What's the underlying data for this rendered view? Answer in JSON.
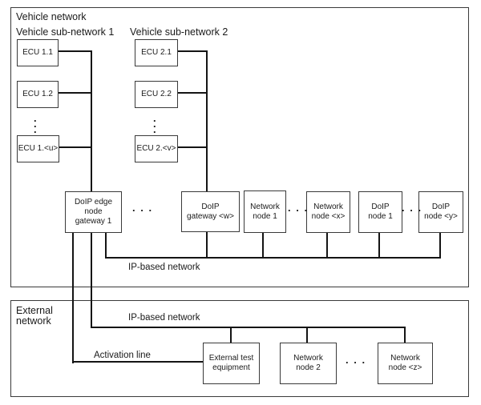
{
  "titles": {
    "vehicle_network": "Vehicle network",
    "vehicle_subnet1": "Vehicle sub-network 1",
    "vehicle_subnet2": "Vehicle sub-network 2",
    "external_network": "External\nnetwork"
  },
  "labels": {
    "ip_vehicle": "IP-based network",
    "ip_external": "IP-based network",
    "activation": "Activation line",
    "hdots": ". . .",
    "vdots": ".\n.\n."
  },
  "nodes": {
    "ecu_1_1": "ECU 1.1",
    "ecu_1_2": "ECU 1.2",
    "ecu_1_u": "ECU 1.<u>",
    "ecu_2_1": "ECU 2.1",
    "ecu_2_2": "ECU 2.2",
    "ecu_2_v": "ECU 2.<v>",
    "doip_edge_gateway_1": "DoIP edge\nnode\ngateway 1",
    "doip_gateway_w": "DoIP\ngateway <w>",
    "network_node_1": "Network\nnode 1",
    "network_node_x": "Network\nnode <x>",
    "doip_node_1": "DoIP\nnode 1",
    "doip_node_y": "DoIP\nnode <y>",
    "external_test_equipment": "External test\nequipment",
    "network_node_2": "Network\nnode 2",
    "network_node_z": "Network\nnode <z>"
  }
}
